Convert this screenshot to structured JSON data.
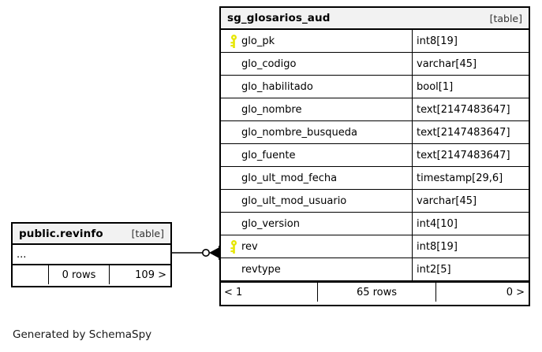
{
  "diagram": {
    "generator_caption": "Generated by SchemaSpy",
    "key_icon_color": "#e6e600",
    "header_bg": "#f2f2f2",
    "line_color": "#000000"
  },
  "main_table": {
    "name": "sg_glosarios_aud",
    "type_label": "[table]",
    "columns": [
      {
        "name": "glo_pk",
        "type": "int8[19]",
        "primary_key": true
      },
      {
        "name": "glo_codigo",
        "type": "varchar[45]",
        "primary_key": false
      },
      {
        "name": "glo_habilitado",
        "type": "bool[1]",
        "primary_key": false
      },
      {
        "name": "glo_nombre",
        "type": "text[2147483647]",
        "primary_key": false
      },
      {
        "name": "glo_nombre_busqueda",
        "type": "text[2147483647]",
        "primary_key": false
      },
      {
        "name": "glo_fuente",
        "type": "text[2147483647]",
        "primary_key": false
      },
      {
        "name": "glo_ult_mod_fecha",
        "type": "timestamp[29,6]",
        "primary_key": false
      },
      {
        "name": "glo_ult_mod_usuario",
        "type": "varchar[45]",
        "primary_key": false
      },
      {
        "name": "glo_version",
        "type": "int4[10]",
        "primary_key": false
      },
      {
        "name": "rev",
        "type": "int8[19]",
        "primary_key": true
      },
      {
        "name": "revtype",
        "type": "int2[5]",
        "primary_key": false
      }
    ],
    "footer": {
      "left": "< 1",
      "middle": "65 rows",
      "right": "0 >"
    }
  },
  "ref_table": {
    "name": "public.revinfo",
    "type_label": "[table]",
    "ellipsis": "...",
    "footer": {
      "left": "",
      "middle": "0 rows",
      "right": "109 >"
    }
  },
  "relationship": {
    "from": "public.revinfo",
    "to": "sg_glosarios_aud.rev",
    "source_cardinality": "zero-or-one",
    "target_cardinality": "many"
  }
}
